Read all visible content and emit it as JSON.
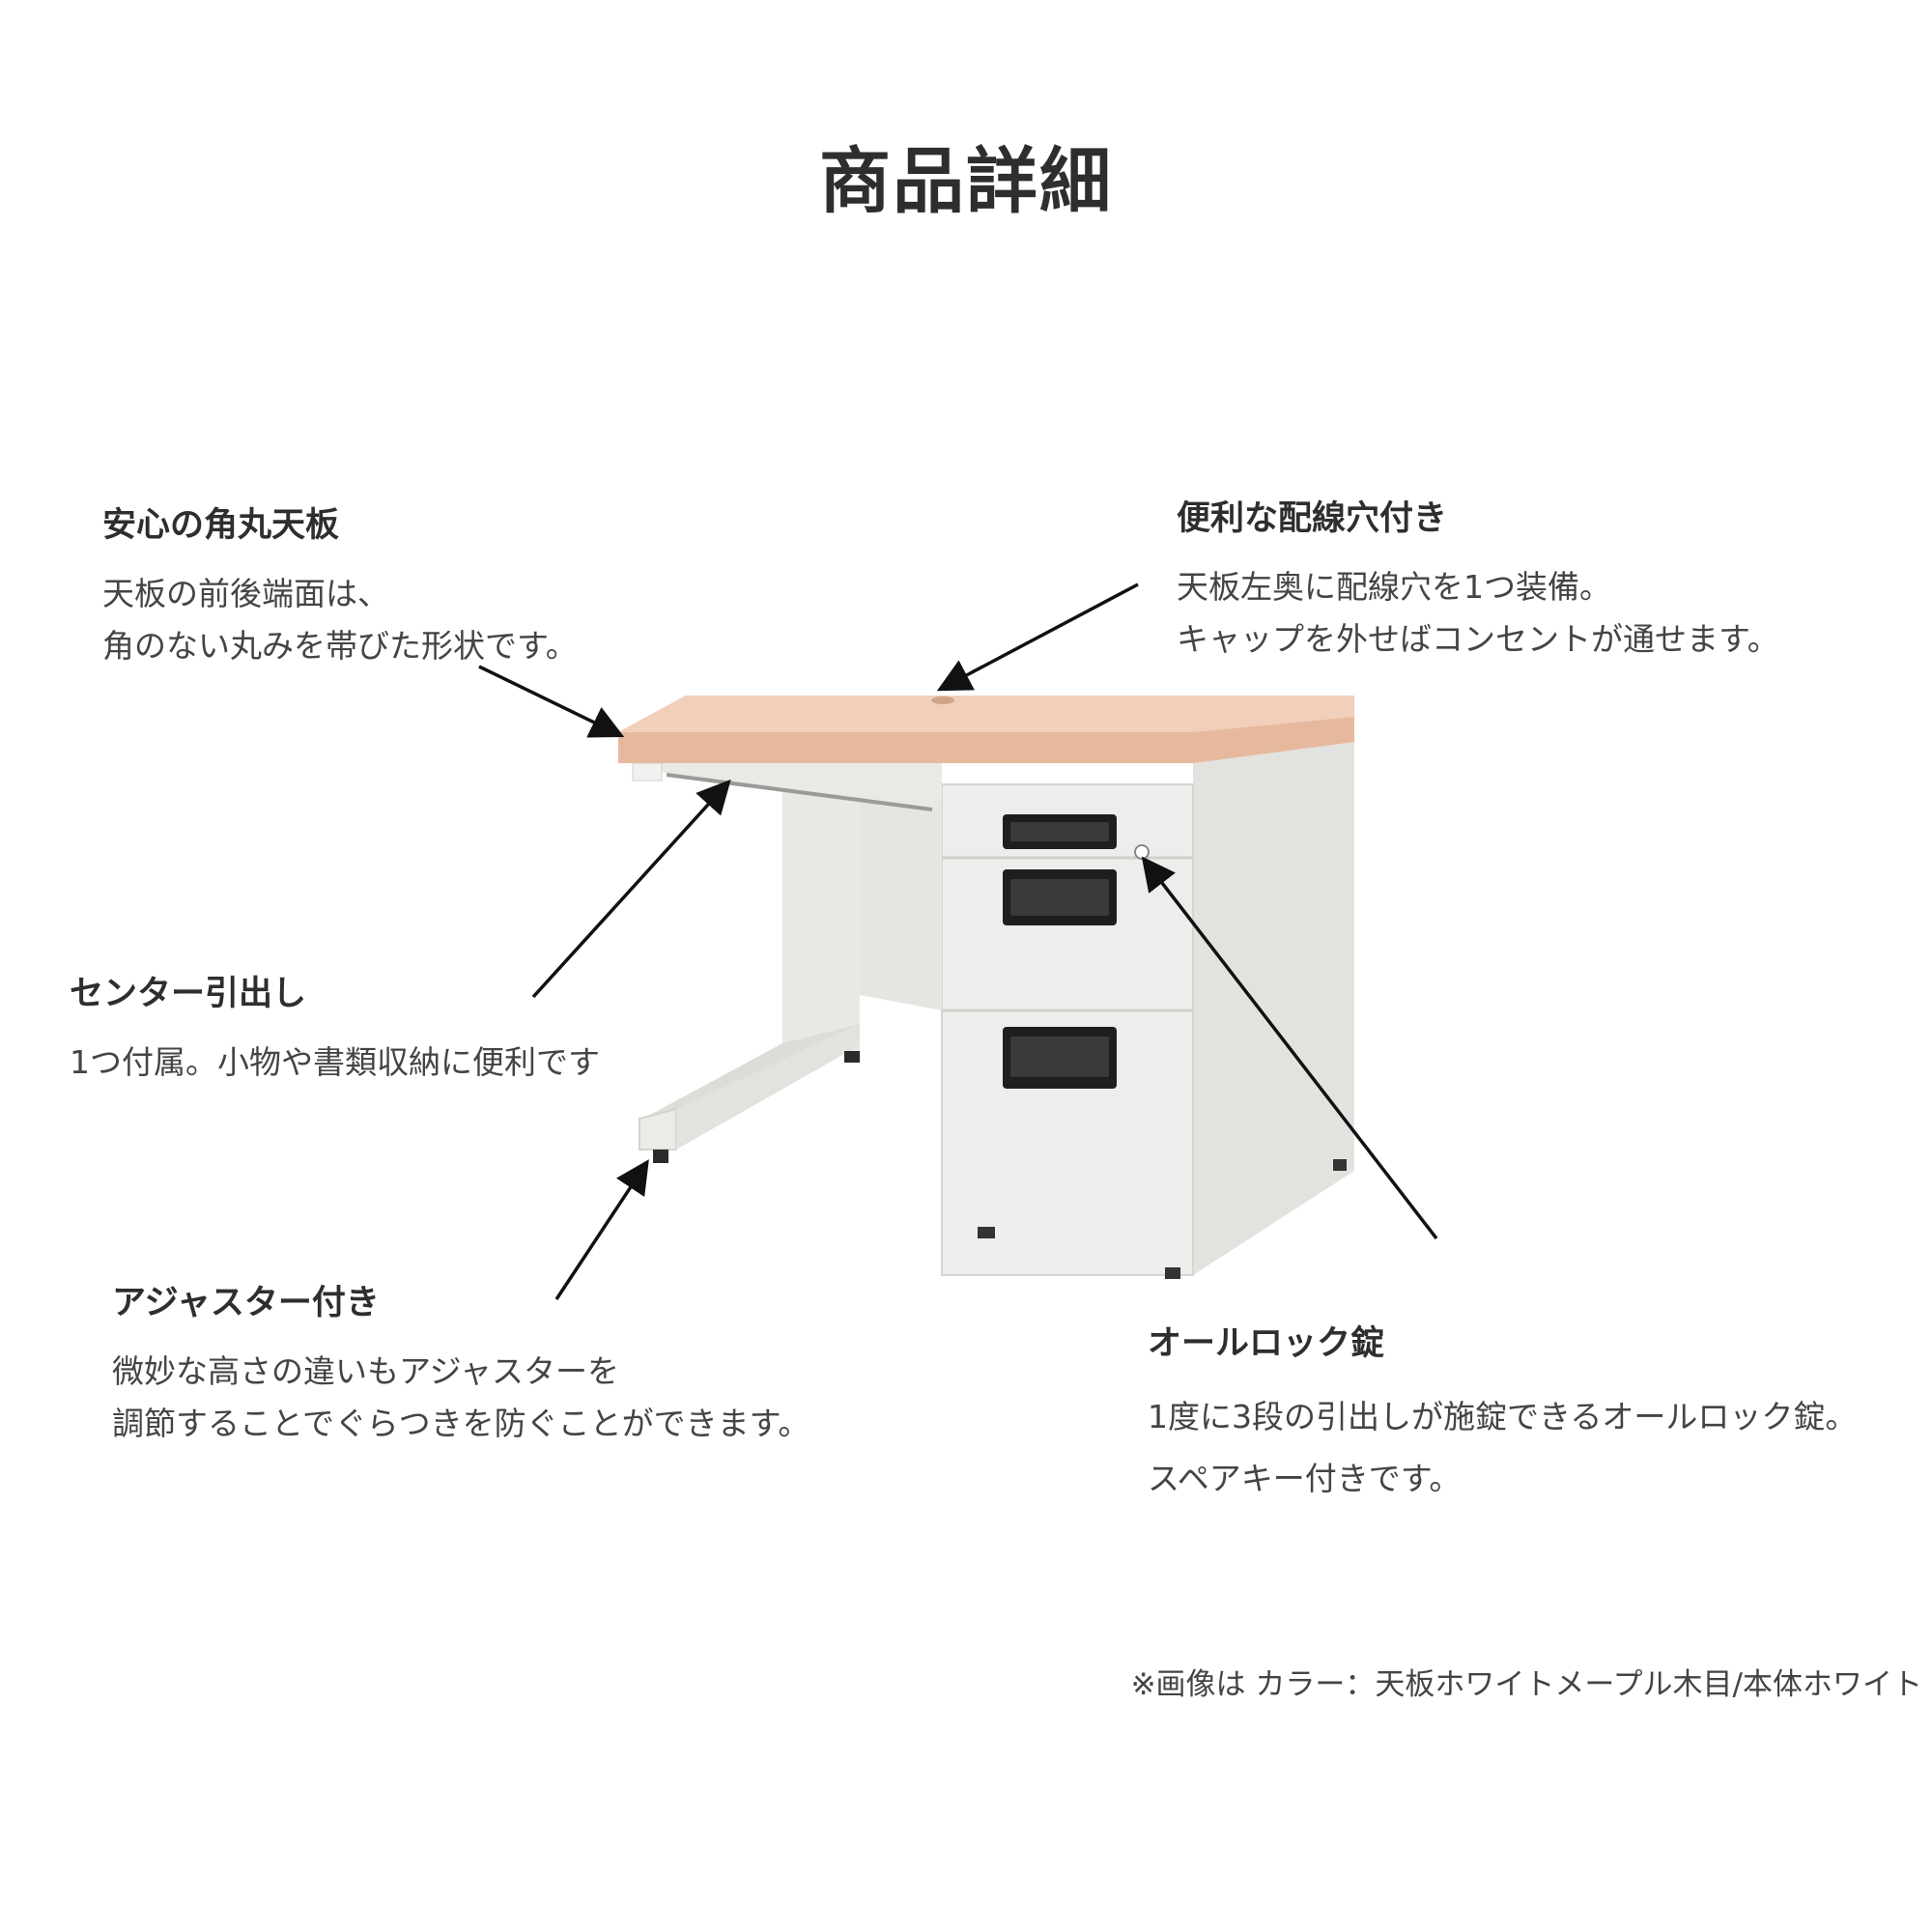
{
  "page": {
    "title": "商品詳細",
    "footnote": "※画像は カラー：天板ホワイトメープル木目/本体ホワイト"
  },
  "callouts": [
    {
      "id": "rounded-top",
      "heading": "安心の角丸天板",
      "lines": [
        "天板の前後端面は、",
        "角のない丸みを帯びた形状です。"
      ]
    },
    {
      "id": "cable-hole",
      "heading": "便利な配線穴付き",
      "lines": [
        "天板左奥に配線穴を1つ装備。",
        "キャップを外せばコンセントが通せます。"
      ]
    },
    {
      "id": "center-drawer",
      "heading": "センター引出し",
      "lines": [
        "1つ付属。小物や書類収納に便利です"
      ]
    },
    {
      "id": "adjuster",
      "heading": "アジャスター付き",
      "lines": [
        "微妙な高さの違いもアジャスターを",
        "調節することでぐらつきを防ぐことができます。"
      ]
    },
    {
      "id": "all-lock",
      "heading": "オールロック錠",
      "lines": [
        "1度に3段の引出しが施錠できるオールロック錠。",
        "スペアキー付きです。"
      ]
    }
  ],
  "colors": {
    "desktop_top": "#efc8b0",
    "desktop_edge": "#e0b396",
    "body": "#ececea",
    "body_shadow": "#d6d6d2",
    "handle": "#1e1e1e",
    "arrow": "#111111"
  }
}
